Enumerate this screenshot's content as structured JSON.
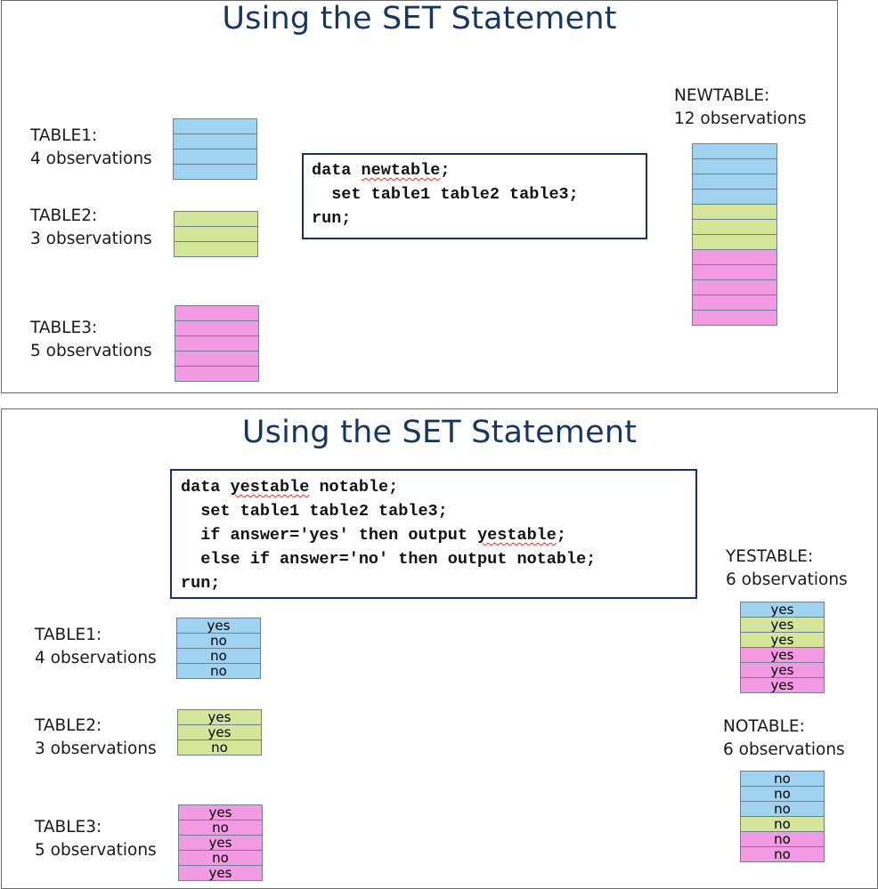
{
  "colors": {
    "blue": "#9fd3ef",
    "green": "#d5e69b",
    "pink": "#f29be3",
    "title": "#17375e"
  },
  "top_panel": {
    "title": "Using the SET Statement",
    "table1": {
      "name": "TABLE1:",
      "count": "4 observations",
      "rows": [
        "",
        "",
        "",
        ""
      ]
    },
    "table2": {
      "name": "TABLE2:",
      "count": "3 observations",
      "rows": [
        "",
        "",
        ""
      ]
    },
    "table3": {
      "name": "TABLE3:",
      "count": "5 observations",
      "rows": [
        "",
        "",
        "",
        "",
        ""
      ]
    },
    "code": {
      "line1_kw": "data ",
      "line1_ds": "newtable",
      "line1_end": ";",
      "line2": "  set table1 table2 table3;",
      "line3": "run;"
    },
    "newtable": {
      "name": "NEWTABLE:",
      "count": "12 observations",
      "colors": [
        "blue",
        "blue",
        "blue",
        "blue",
        "green",
        "green",
        "green",
        "pink",
        "pink",
        "pink",
        "pink",
        "pink"
      ]
    }
  },
  "bottom_panel": {
    "title": "Using the SET Statement",
    "code": {
      "line1_kw": "data ",
      "line1_ds": "yestable",
      "line1_end": " notable;",
      "line2": "  set table1 table2 table3;",
      "line3_a": "  if answer='yes' then output ",
      "line3_ds": "yestable",
      "line3_end": ";",
      "line4": "  else if answer='no' then output notable;",
      "line5": "run;"
    },
    "table1": {
      "name": "TABLE1:",
      "count": "4 observations",
      "rows": [
        "yes",
        "no",
        "no",
        "no"
      ]
    },
    "table2": {
      "name": "TABLE2:",
      "count": "3 observations",
      "rows": [
        "yes",
        "yes",
        "no"
      ]
    },
    "table3": {
      "name": "TABLE3:",
      "count": "5 observations",
      "rows": [
        "yes",
        "no",
        "yes",
        "no",
        "yes"
      ]
    },
    "yestable": {
      "name": "YESTABLE:",
      "count": "6 observations",
      "rows": [
        "yes",
        "yes",
        "yes",
        "yes",
        "yes",
        "yes"
      ],
      "colors": [
        "blue",
        "green",
        "green",
        "pink",
        "pink",
        "pink"
      ]
    },
    "notable": {
      "name": "NOTABLE:",
      "count": "6 observations",
      "rows": [
        "no",
        "no",
        "no",
        "no",
        "no",
        "no"
      ],
      "colors": [
        "blue",
        "blue",
        "blue",
        "green",
        "pink",
        "pink"
      ]
    }
  }
}
